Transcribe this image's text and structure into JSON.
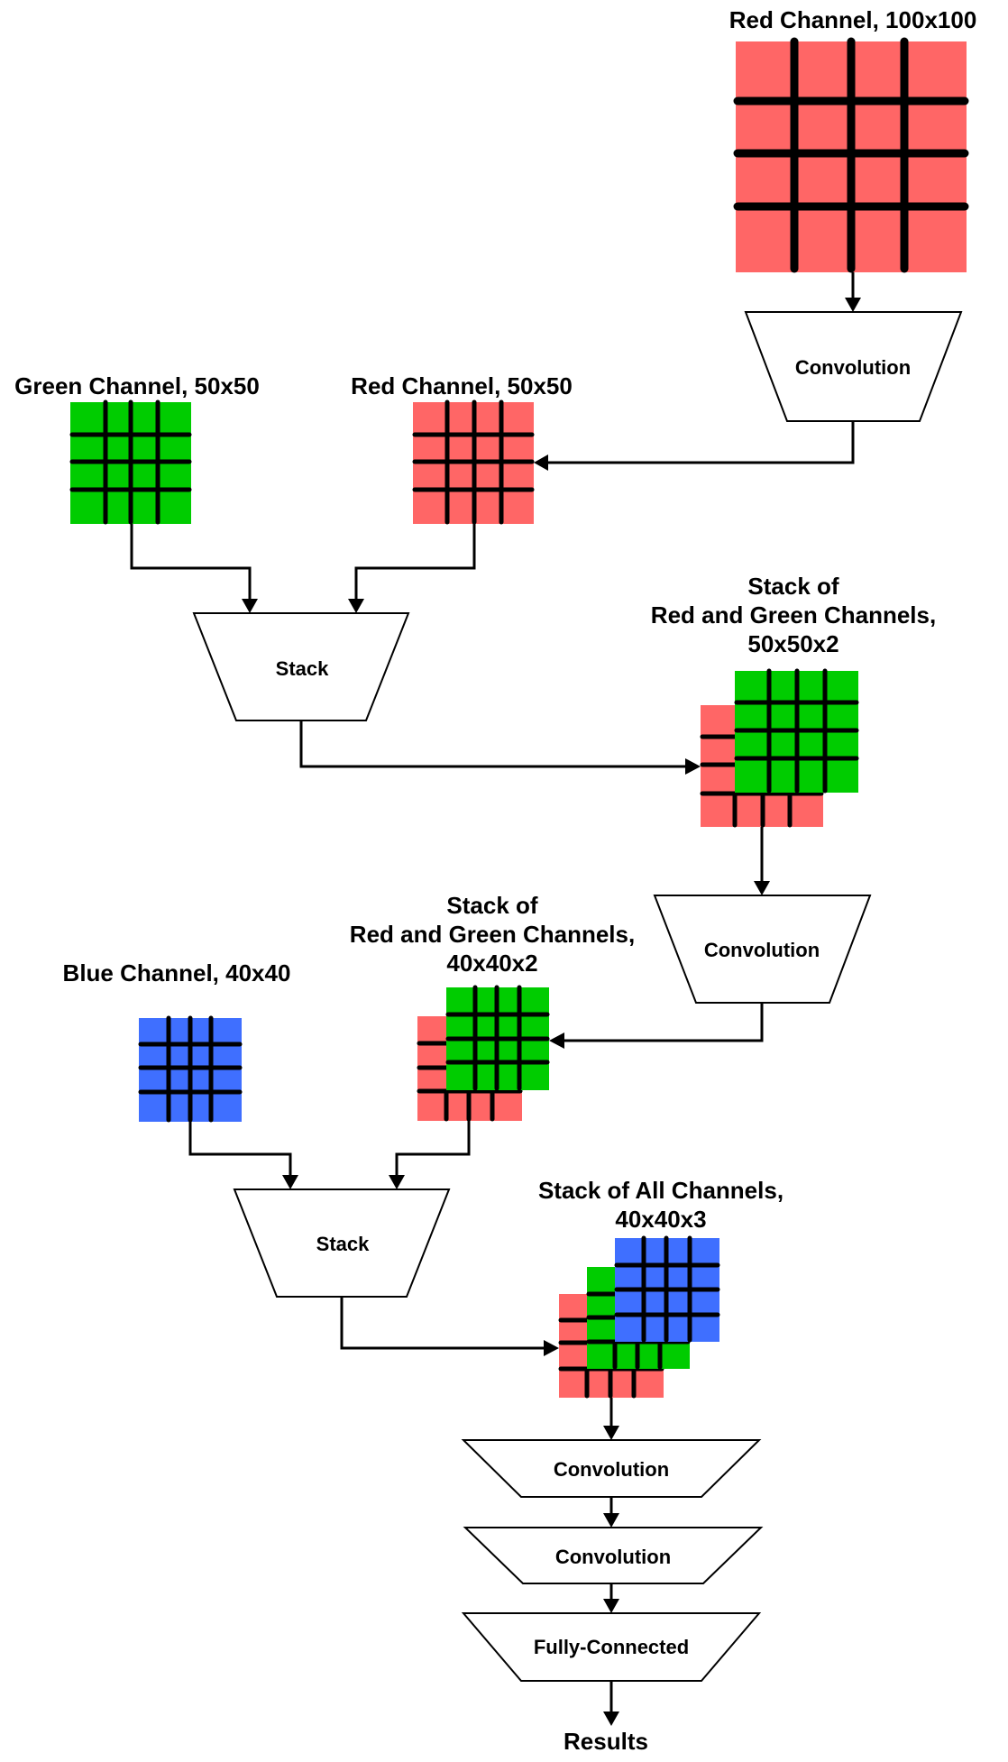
{
  "colors": {
    "red": "#FF6666",
    "green": "#00CC00",
    "blue": "#3F6FFF",
    "line": "#000000",
    "background": "#FFFFFF"
  },
  "labels": {
    "red_100": "Red Channel, 100x100",
    "green_50": "Green Channel, 50x50",
    "red_50": "Red Channel, 50x50",
    "stack_rg_50": [
      "Stack of",
      "Red and Green Channels,",
      "50x50x2"
    ],
    "stack_rg_40": [
      "Stack of",
      "Red and Green Channels,",
      "40x40x2"
    ],
    "blue_40": "Blue Channel, 40x40",
    "stack_all_40": [
      "Stack of All Channels,",
      "40x40x3"
    ],
    "results": "Results"
  },
  "nodes": {
    "conv_1": "Convolution",
    "stack_1": "Stack",
    "conv_2": "Convolution",
    "stack_2": "Stack",
    "conv_3": "Convolution",
    "conv_4": "Convolution",
    "fully_connected": "Fully-Connected"
  },
  "icons": {
    "channel_grid": "grid-icon",
    "arrowhead": "arrowhead-icon"
  }
}
